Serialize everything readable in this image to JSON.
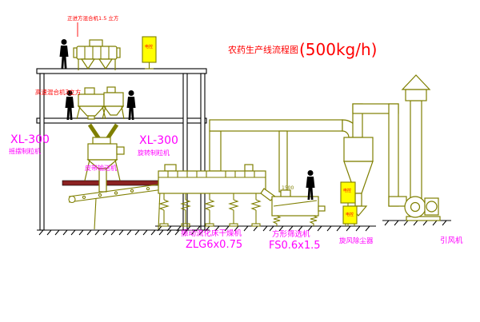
{
  "title": {
    "main": "农药生产线流程图",
    "capacity": "(500kg/h)"
  },
  "equipment_labels": {
    "top_mixer": "正进方混合机1.5 立方",
    "high_speed_mixer": "高速混合机3立方",
    "granulator_left": {
      "model": "XL-300",
      "name": "摇摆制粒机"
    },
    "granulator_mid": {
      "model": "XL-300",
      "name": "旋转制粒机"
    },
    "belt_conveyor": "皮带输送机",
    "fluid_bed_dryer": {
      "name": "振动流化床干燥机",
      "model": "ZLG6x0.75"
    },
    "square_sieve": {
      "name": "方形筛选机",
      "model": "FS0.6x1.5",
      "dimension": "1500"
    },
    "cyclone_dust_collector": "旋风除尘器",
    "induced_draft_fan": "引风机",
    "control_cabinet": "电控"
  },
  "colors": {
    "equipment_line": "#7f7f00",
    "structure_line": "#000000",
    "label_magenta": "#ff00ff",
    "label_red": "#ff0000",
    "cabinet_yellow": "#ffff00",
    "floor_slab": "#8b2222",
    "background": "#ffffff"
  }
}
